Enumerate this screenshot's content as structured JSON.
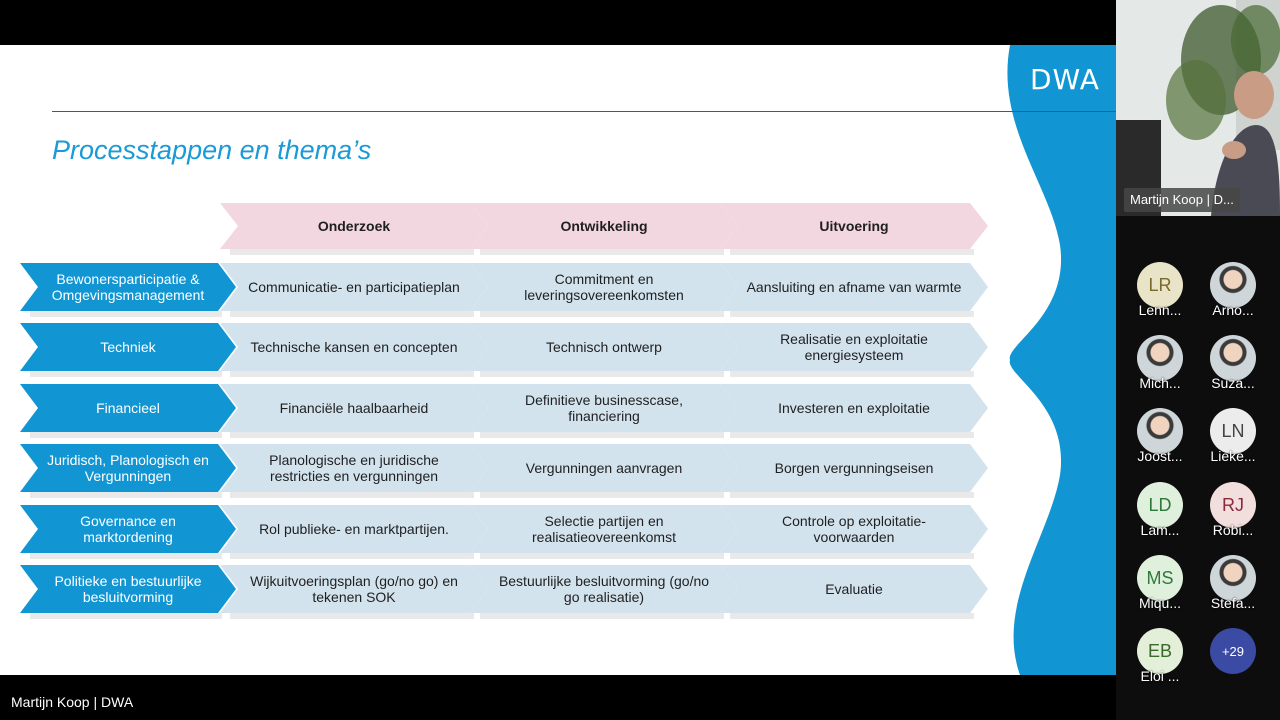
{
  "slide": {
    "logo": "DWA",
    "title": "Processtappen en thema’s",
    "headers": [
      "Onderzoek",
      "Ontwikkeling",
      "Uitvoering"
    ],
    "rows": [
      {
        "theme": "Bewonersparticipatie & Omgevingsmanagement",
        "cells": [
          "Communicatie- en participatieplan",
          "Commitment en leveringsovereenkomsten",
          "Aansluiting en afname van warmte"
        ]
      },
      {
        "theme": "Techniek",
        "cells": [
          "Technische kansen en concepten",
          "Technisch ontwerp",
          "Realisatie en exploitatie energiesysteem"
        ]
      },
      {
        "theme": "Financieel",
        "cells": [
          "Financiële haalbaarheid",
          "Definitieve businesscase, financiering",
          "Investeren en exploitatie"
        ]
      },
      {
        "theme": "Juridisch, Planologisch en Vergunningen",
        "cells": [
          "Planologische en juridische restricties en vergunningen",
          "Vergunningen aanvragen",
          "Borgen vergunningseisen"
        ]
      },
      {
        "theme": "Governance en marktordening",
        "cells": [
          "Rol publieke- en marktpartijen.",
          "Selectie partijen en realisatieovereenkomst",
          "Controle op exploitatie- voorwaarden"
        ]
      },
      {
        "theme": "Politieke en bestuurlijke besluitvorming",
        "cells": [
          "Wijkuitvoeringsplan (go/no go) en tekenen SOK",
          "Bestuurlijke besluitvorming (go/no go realisatie)",
          "Evaluatie"
        ]
      }
    ]
  },
  "meeting": {
    "speaker_label": "Martijn Koop | D...",
    "presenter_label": "Martijn Koop | DWA",
    "participants": [
      {
        "initials": "LR",
        "name": "Lenn...",
        "kind": "initials",
        "color": "#e9e3c8",
        "text_color": "#7a6a2a"
      },
      {
        "initials": "",
        "name": "Arno...",
        "kind": "photo"
      },
      {
        "initials": "",
        "name": "Mich...",
        "kind": "photo"
      },
      {
        "initials": "",
        "name": "Suza...",
        "kind": "photo"
      },
      {
        "initials": "",
        "name": "Joost...",
        "kind": "photo"
      },
      {
        "initials": "LN",
        "name": "Lieke...",
        "kind": "initials",
        "color": "#ececec",
        "text_color": "#444444"
      },
      {
        "initials": "LD",
        "name": "Lam...",
        "kind": "initials",
        "color": "#dff0dc",
        "text_color": "#2f7a3a"
      },
      {
        "initials": "RJ",
        "name": "Robi...",
        "kind": "initials",
        "color": "#f3dede",
        "text_color": "#8a2a3a"
      },
      {
        "initials": "MS",
        "name": "Miqu...",
        "kind": "initials",
        "color": "#dff0dc",
        "text_color": "#2f7a3a"
      },
      {
        "initials": "",
        "name": "Stefa...",
        "kind": "photo"
      },
      {
        "initials": "EB",
        "name": "Eloi ...",
        "kind": "initials",
        "color": "#e3efd8",
        "text_color": "#3a6a2a"
      }
    ],
    "more_count": "+29"
  },
  "colors": {
    "accent_blue": "#1196d3",
    "header_pink": "#f3d7e0",
    "cell_blue": "#d3e3ee",
    "title_blue": "#1a9ad6"
  }
}
